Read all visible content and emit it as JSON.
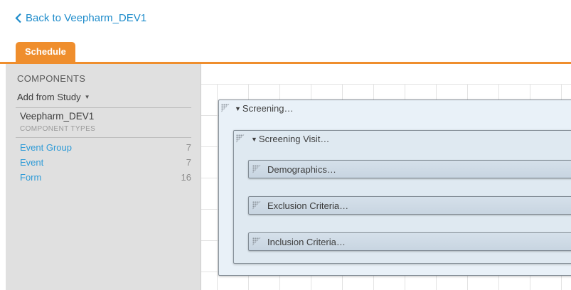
{
  "colors": {
    "accent_orange": "#ef8e2d",
    "link_blue": "#1e8ccb",
    "sidebar_link_blue": "#2f9bd7",
    "sidebar_bg": "#e0e0e0",
    "event_group_bg": "#e9f1f8",
    "event_bg": "#dfe9f1",
    "form_bg": "#ccd8e4",
    "panel_border": "#828c95",
    "grid_line": "#e3e3e3"
  },
  "header": {
    "back_label": "Back to Veepharm_DEV1"
  },
  "tabs": [
    {
      "label": "Schedule",
      "active": true
    }
  ],
  "sidebar": {
    "title": "COMPONENTS",
    "add_from_study_label": "Add from Study",
    "study_name": "Veepharm_DEV1",
    "component_types_label": "COMPONENT TYPES",
    "component_types": [
      {
        "label": "Event Group",
        "count": 7
      },
      {
        "label": "Event",
        "count": 7
      },
      {
        "label": "Form",
        "count": 16
      }
    ]
  },
  "schedule": {
    "event_group": {
      "label": "Screening…"
    },
    "event": {
      "label": "Screening Visit…"
    },
    "forms": [
      {
        "label": "Demographics…"
      },
      {
        "label": "Exclusion Criteria…"
      },
      {
        "label": "Inclusion Criteria…"
      }
    ]
  },
  "icons": {
    "dropdown_arrow": "▼",
    "collapse_arrow": "▼"
  }
}
